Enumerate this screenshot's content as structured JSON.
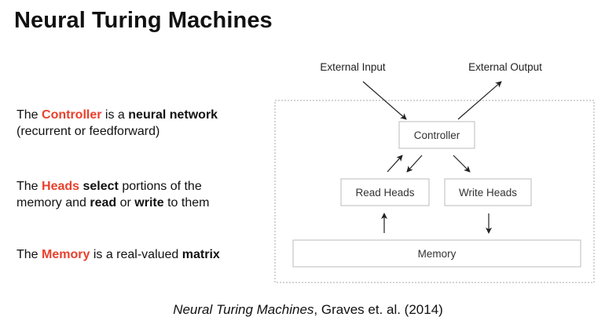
{
  "title": "Neural Turing Machines",
  "statements": {
    "controller": {
      "prefix": "The ",
      "highlight": "Controller",
      "mid": " is a ",
      "bold": "neural network",
      "line2": "(recurrent or feedforward)"
    },
    "heads": {
      "prefix": "The ",
      "highlight": "Heads",
      "space": " ",
      "bold1": "select",
      "mid1": " portions of the",
      "line2_a": "memory and ",
      "bold2": "read",
      "mid2": " or ",
      "bold3": "write",
      "line2_b": " to them"
    },
    "memory": {
      "prefix": "The ",
      "highlight": "Memory",
      "mid": " is a real-valued ",
      "bold": "matrix"
    }
  },
  "diagram": {
    "external_input": "External Input",
    "external_output": "External Output",
    "controller": "Controller",
    "read_heads": "Read Heads",
    "write_heads": "Write Heads",
    "memory": "Memory"
  },
  "citation": {
    "title": "Neural Turing Machines",
    "rest": ", Graves et. al. (2014)"
  },
  "colors": {
    "highlight": "#e8412c",
    "box_border": "#bbbbbb",
    "dashed_border": "#aaaaaa"
  }
}
